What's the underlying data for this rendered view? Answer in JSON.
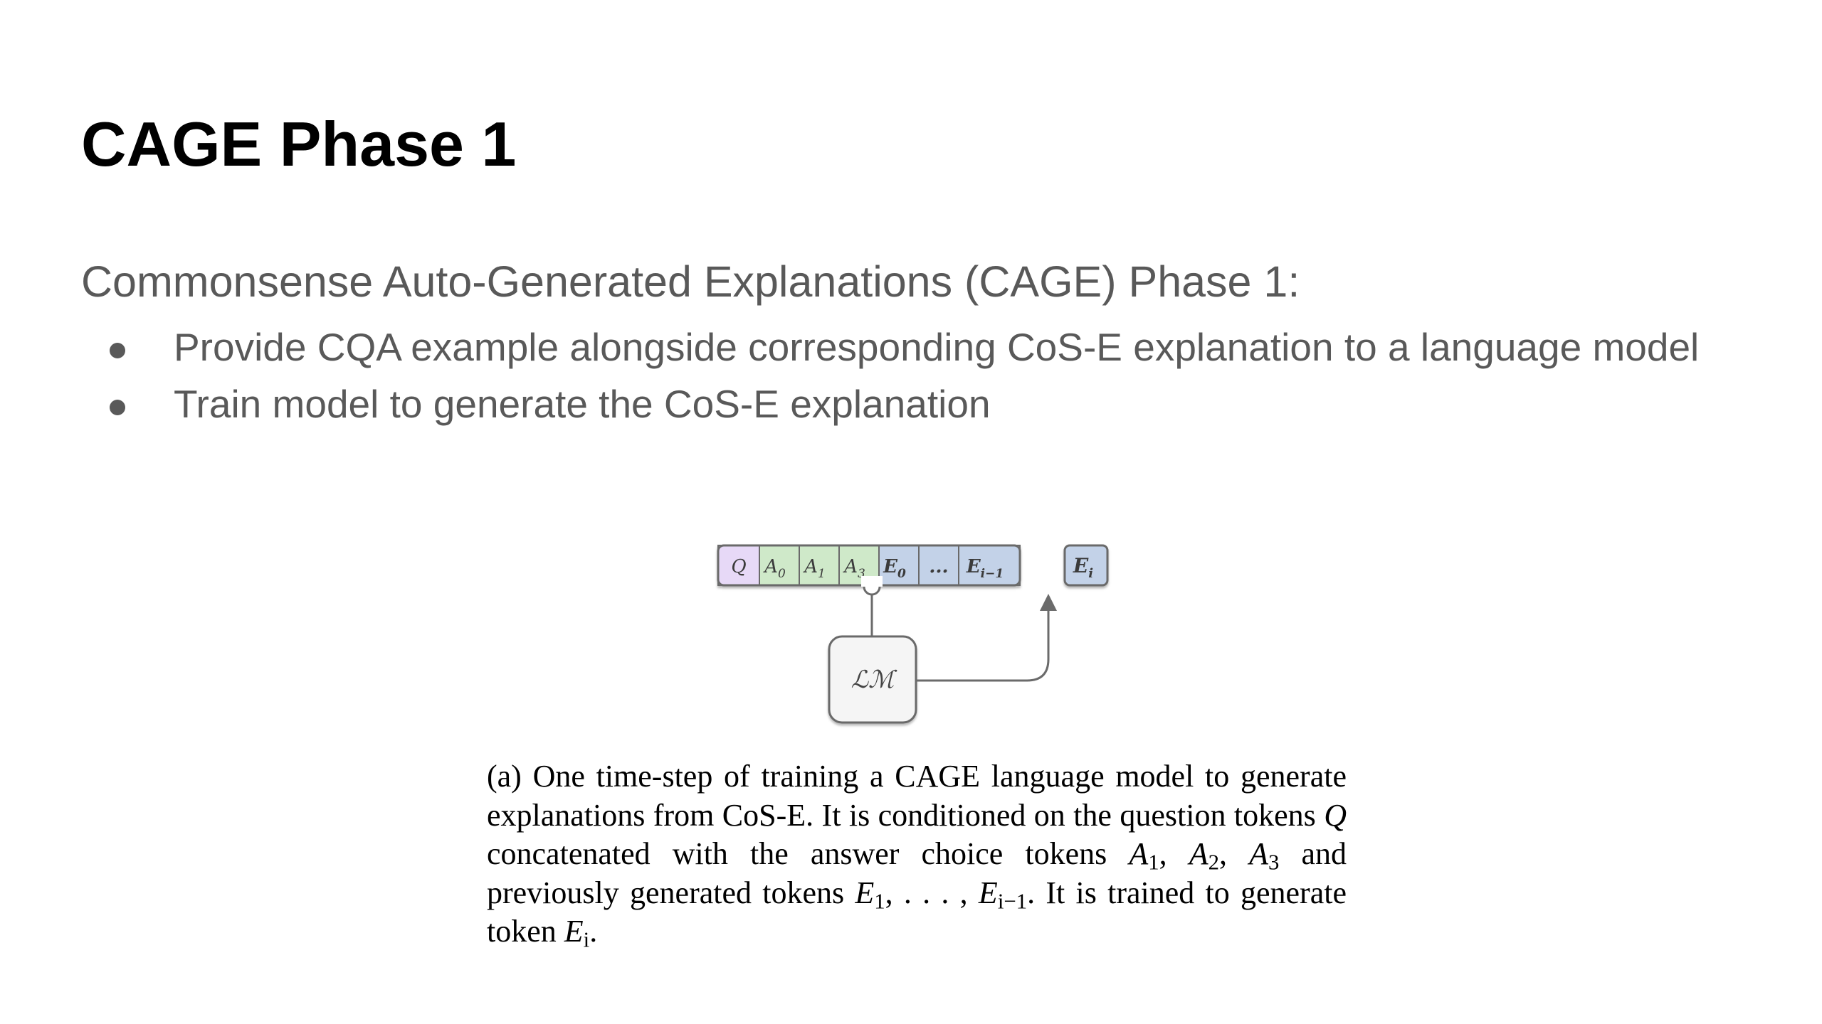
{
  "slide": {
    "title": "CAGE Phase 1",
    "subtitle": "Commonsense Auto-Generated Explanations (CAGE) Phase 1:",
    "bullets": [
      "Provide CQA example alongside corresponding CoS-E explanation to a language model",
      "Train model to generate the CoS-E explanation"
    ]
  },
  "diagram": {
    "tokens": [
      {
        "main": "Q",
        "sub": "",
        "color": "#e7d9f7"
      },
      {
        "main": "A",
        "sub": "0",
        "color": "#cfe9c9"
      },
      {
        "main": "A",
        "sub": "1",
        "color": "#cfe9c9"
      },
      {
        "main": "A",
        "sub": "3",
        "color": "#cfe9c9"
      },
      {
        "main": "E",
        "sub": "0",
        "color": "#c3d2e8"
      },
      {
        "main": "...",
        "sub": "",
        "color": "#c3d2e8"
      },
      {
        "main": "E",
        "sub": "i−1",
        "color": "#c3d2e8"
      }
    ],
    "output_token": {
      "main": "E",
      "sub": "i",
      "color": "#c3d2e8"
    },
    "model_label": "ℒℳ"
  },
  "caption": {
    "p1": "(a) One time-step of training a CAGE language model to generate explanations from CoS-E. It is conditioned on the question tokens ",
    "q": "Q",
    "p2": " concatenated with the answer choice tokens ",
    "a1": "A",
    "a1_sub": "1",
    "sep1": ", ",
    "a2": "A",
    "a2_sub": "2",
    "sep2": ", ",
    "a3": "A",
    "a3_sub": "3",
    "p3": " and previously generated tokens ",
    "e1": "E",
    "e1_sub": "1",
    "p4": ", . . . , ",
    "ei1": "E",
    "ei1_sub": "i−1",
    "p5": ". It is trained to generate token ",
    "ei": "E",
    "ei_sub": "i",
    "p6": "."
  }
}
